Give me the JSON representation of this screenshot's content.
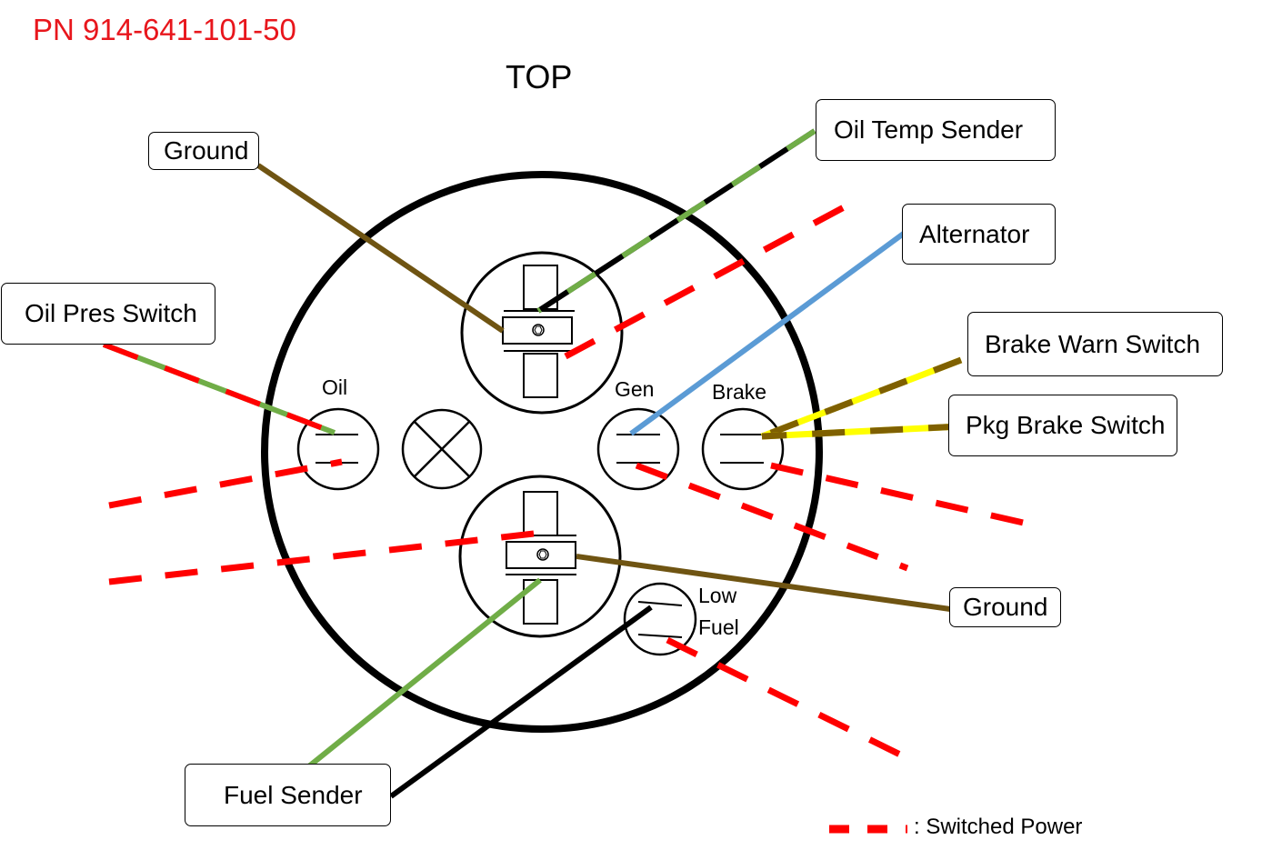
{
  "part_number": "PN 914-641-101-50",
  "orientation_label": "TOP",
  "callouts": {
    "ground_top": "Ground",
    "oil_temp_sender": "Oil Temp Sender",
    "alternator": "Alternator",
    "oil_pres_switch": "Oil Pres Switch",
    "brake_warn_switch": "Brake Warn Switch",
    "pkg_brake_switch": "Pkg Brake Switch",
    "ground_bottom": "Ground",
    "fuel_sender": "Fuel Sender"
  },
  "indicator_labels": {
    "oil": "Oil",
    "gen": "Gen",
    "brake": "Brake",
    "low_fuel_line1": "Low",
    "low_fuel_line2": "Fuel"
  },
  "legend": {
    "switched_power": ": Switched Power"
  },
  "colors": {
    "part_number": "#e8161c",
    "switched_power": "#ff0000",
    "ground_wire": "#6f5412",
    "green_wire": "#70ad47",
    "blue_wire": "#5b9bd5",
    "yellow_wire": "#ffff00",
    "black_wire": "#000000"
  }
}
